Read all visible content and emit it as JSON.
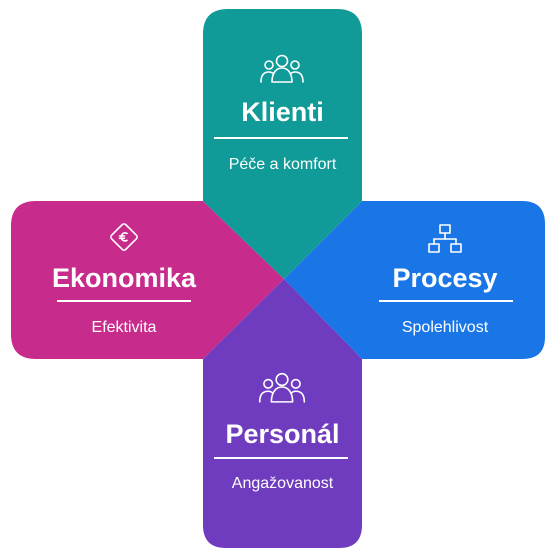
{
  "colors": {
    "top": "#109a98",
    "left": "#c72b8b",
    "right": "#1a76e6",
    "bottom": "#6f3bbf"
  },
  "blocks": {
    "top": {
      "title": "Klienti",
      "subtitle": "Péče a komfort",
      "icon": "users-group-icon"
    },
    "left": {
      "title": "Ekonomika",
      "subtitle": "Efektivita",
      "icon": "euro-tag-icon"
    },
    "right": {
      "title": "Procesy",
      "subtitle": "Spolehlivost",
      "icon": "org-chart-icon"
    },
    "bottom": {
      "title": "Personál",
      "subtitle": "Angažovanost",
      "icon": "users-group-icon"
    }
  }
}
